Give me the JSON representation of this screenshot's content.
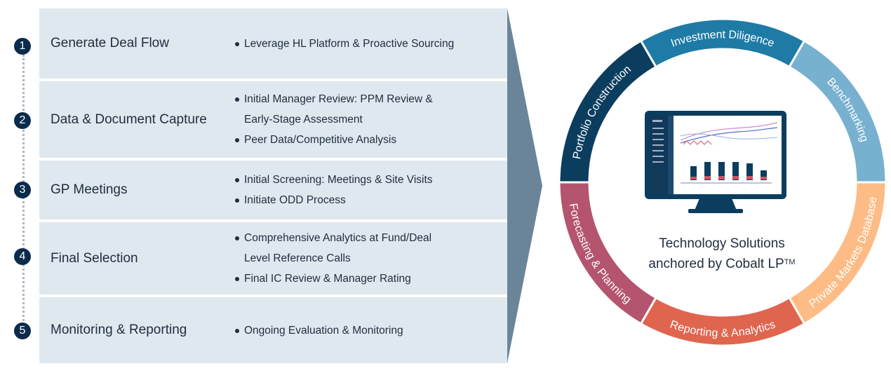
{
  "steps": [
    {
      "number": "1",
      "title": "Generate Deal Flow",
      "bullets": [
        {
          "text": "Leverage HL Platform & Proactive Sourcing",
          "bullet": true
        }
      ]
    },
    {
      "number": "2",
      "title": "Data & Document Capture",
      "bullets": [
        {
          "text": "Initial Manager Review: PPM Review &",
          "bullet": true
        },
        {
          "text": "Early-Stage Assessment",
          "bullet": false
        },
        {
          "text": "Peer Data/Competitive Analysis",
          "bullet": true
        }
      ]
    },
    {
      "number": "3",
      "title": "GP Meetings",
      "bullets": [
        {
          "text": "Initial Screening: Meetings & Site Visits",
          "bullet": true
        },
        {
          "text": "Initiate ODD Process",
          "bullet": true
        }
      ]
    },
    {
      "number": "4",
      "title": "Final Selection",
      "bullets": [
        {
          "text": "Comprehensive Analytics at Fund/Deal",
          "bullet": true
        },
        {
          "text": "Level Reference Calls",
          "bullet": false
        },
        {
          "text": "Final IC Review & Manager Rating",
          "bullet": true
        }
      ]
    },
    {
      "number": "5",
      "title": "Monitoring & Reporting",
      "bullets": [
        {
          "text": "Ongoing Evaluation & Monitoring",
          "bullet": true
        }
      ]
    }
  ],
  "ring": {
    "segments": [
      {
        "label": "Investment Diligence",
        "color": "#1e7ba6"
      },
      {
        "label": "Benchmarking",
        "color": "#78b1d0"
      },
      {
        "label": "Private Markets Database",
        "color": "#fdbc86"
      },
      {
        "label": "Reporting & Analytics",
        "color": "#e0654f"
      },
      {
        "label": "Forecasting & Planning",
        "color": "#b5546f"
      },
      {
        "label": "Portfolio Construction",
        "color": "#0b3d5e"
      }
    ]
  },
  "caption": {
    "line1": "Technology Solutions",
    "line2": "anchored by Cobalt LP",
    "trademark": "TM"
  },
  "colors": {
    "row_bg": "#dfe8ef",
    "arrow": "#6a8599",
    "number_bg": "#0b2b4c",
    "monitor": "#0b3d5e"
  }
}
